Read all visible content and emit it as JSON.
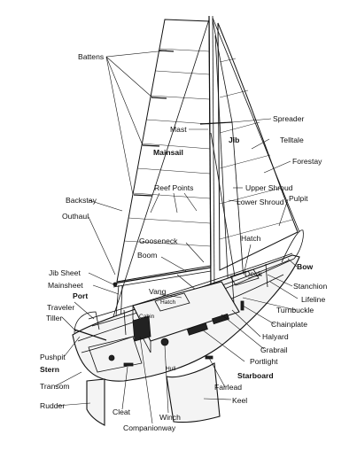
{
  "labels": {
    "battens": "Battens",
    "mast": "Mast",
    "spreader": "Spreader",
    "jib": "Jib",
    "telltale": "Telltale",
    "mainsail": "Mainsail",
    "forestay": "Forestay",
    "reef_points": "Reef Points",
    "upper_shroud": "Upper Shroud",
    "backstay": "Backstay",
    "lower_shroud": "Lower Shroud",
    "pulpit": "Pulpit",
    "outhaul": "Outhaul",
    "hatch_top": "Hatch",
    "gooseneck": "Gooseneck",
    "boom": "Boom",
    "bow": "Bow",
    "jib_sheet": "Jib Sheet",
    "deck": "Deck",
    "mainsheet": "Mainsheet",
    "stanchion": "Stanchion",
    "vang": "Vang",
    "port": "Port",
    "hatch_small": "Hatch",
    "lifeline": "Lifeline",
    "traveler": "Traveler",
    "cabin": "Cabin",
    "turnbuckle": "Turnbuckle",
    "tiller": "Tiller",
    "chainplate": "Chainplate",
    "halyard": "Halyard",
    "grabrail": "Grabrail",
    "pushpit": "Pushpit",
    "portlight": "Portlight",
    "stern": "Stern",
    "hull": "Hull",
    "starboard": "Starboard",
    "transom": "Transom",
    "fairlead": "Fairlead",
    "keel": "Keel",
    "rudder": "Rudder",
    "cleat": "Cleat",
    "winch": "Winch",
    "companionway": "Companionway"
  }
}
